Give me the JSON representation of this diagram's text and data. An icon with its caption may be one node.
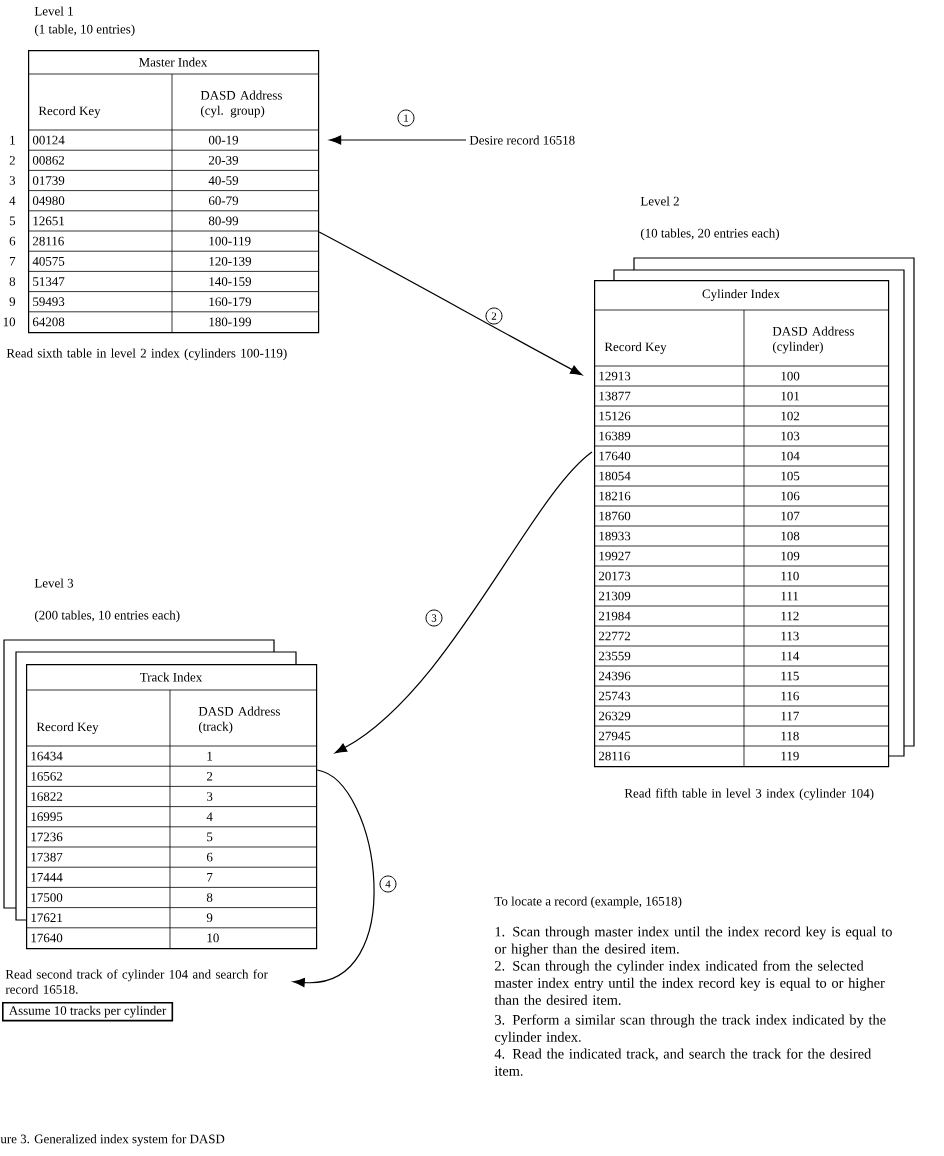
{
  "diagram": {
    "caption": "ure 3. Generalized index system for DASD",
    "nodes": [
      {
        "text": [
          "Master Index",
          "Record Key",
          "DASD Address (cyl. group)",
          "00124",
          "00-19",
          "00862",
          "20-39",
          "01739",
          "40-59",
          "04980",
          "60-79",
          "12651",
          "80-99",
          "28116",
          "100-119",
          "40575",
          "120-139",
          "51347",
          "140-159",
          "59493",
          "160-179",
          "64208",
          "180-199"
        ],
        "beside": [
          "1",
          "2",
          "3",
          "4",
          "5",
          "6",
          "7",
          "8",
          "9",
          "10",
          "Read sixth table in level 2 index (cylinders 100-119)"
        ]
      },
      {
        "text": [
          "Desire record 16518"
        ]
      },
      {
        "text": [
          "Cylinder Index",
          "Record Key",
          "DASD Address (cylinder)",
          "12913",
          "100",
          "13877",
          "101",
          "15126",
          "102",
          "16389",
          "103",
          "17640",
          "104",
          "18054",
          "105",
          "18216",
          "106",
          "18760",
          "107",
          "18933",
          "108",
          "19927",
          "109",
          "20173",
          "110",
          "21309",
          "111",
          "21984",
          "112",
          "22772",
          "113",
          "23559",
          "114",
          "24396",
          "115",
          "25743",
          "116",
          "26329",
          "117",
          "27945",
          "118",
          "28116",
          "119"
        ],
        "beside": [
          "Read fifth table in level 3 index (cylinder 104)"
        ]
      },
      {
        "text": [
          "Track Index",
          "Record Key",
          "DASD Address (track)",
          "16434",
          "1",
          "16562",
          "2",
          "16822",
          "3",
          "16995",
          "4",
          "17236",
          "5",
          "17387",
          "6",
          "17444",
          "7",
          "17500",
          "8",
          "17621",
          "9",
          "17640",
          "10"
        ]
      },
      {
        "text": [
          "Read second track of cylinder 104 and search for record 16518."
        ]
      },
      {
        "text": [
          "Assume 10 tracks per cylinder"
        ]
      }
    ],
    "edges": [
      {
        "from": 1,
        "to": 0,
        "arrow": "to",
        "label": "1"
      },
      {
        "from": 0,
        "to": 2,
        "arrow": "to",
        "label": "2"
      },
      {
        "from": 2,
        "to": 3,
        "arrow": "to",
        "label": "3"
      },
      {
        "from": 3,
        "to": 4,
        "arrow": "to",
        "label": "4"
      }
    ],
    "labels": [
      "Level 1",
      "(1 table, 10 entries)",
      "Level 2",
      "(10 tables, 20 entries each)",
      "Level 3",
      "(200 tables, 10 entries each)",
      "To locate a record (example, 16518)",
      "1. Scan through master index until the index record key is equal to or higher than the desired item.",
      "2. Scan through the cylinder index indicated from the selected master index entry until the index record key is equal to or higher than the desired item.",
      "3. Perform a similar scan through the track index indicated by the cylinder index.",
      "4. Read the indicated track, and search the track for the desired item."
    ]
  }
}
